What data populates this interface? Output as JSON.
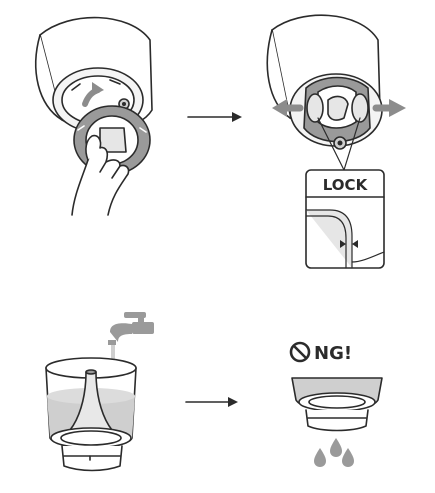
{
  "panels": {
    "attach": {
      "step": "rotate-to-attach"
    },
    "lock": {
      "label": "LOCK"
    },
    "fill": {
      "step": "fill-with-tap-water"
    },
    "warning": {
      "label": "NG!"
    }
  },
  "icons": [
    "rotation-arrow-icon",
    "right-arrow-icon",
    "outward-arrow-icon",
    "faucet-icon",
    "prohibited-icon",
    "water-drop-icon"
  ],
  "colors": {
    "line": "#2b2b2b",
    "gray_part": "#9a9a9a",
    "light_gray": "#e6e6e6",
    "water": "#cfcfcf",
    "arrow_gray": "#8c8c8c"
  }
}
